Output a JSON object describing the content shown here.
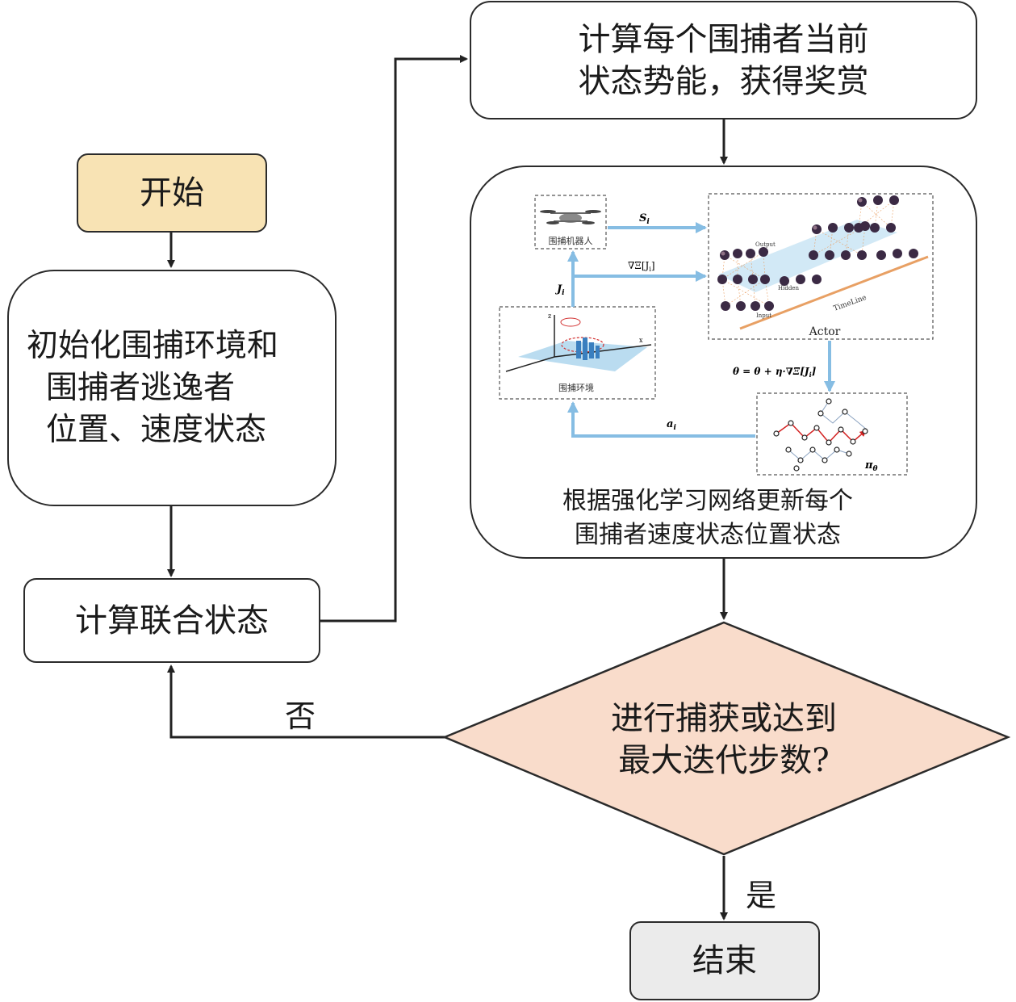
{
  "nodes": {
    "start": "开始",
    "init": [
      "初始化围捕环境和",
      "围捕者逃逸者",
      "位置、速度状态"
    ],
    "joint_state": "计算联合状态",
    "potential": [
      "计算每个围捕者当前",
      "状态势能，获得奖赏"
    ],
    "update": [
      "根据强化学习网络更新每个",
      "围捕者速度状态位置状态"
    ],
    "decision": [
      "进行捕获或达到",
      "最大迭代步数?"
    ],
    "end": "结束"
  },
  "edges": {
    "no": "否",
    "yes": "是"
  },
  "inner": {
    "robot": "围捕机器人",
    "env": "围捕环境",
    "actor": "Actor",
    "s_i": "S",
    "s_sub": "i",
    "j_i": "J",
    "j_sub": "i",
    "grad": "∇Ξ[J",
    "grad_sub": "i",
    "grad_end": "]",
    "update_rule": "θ = θ + η·∇Ξ[J",
    "update_sub": "i",
    "update_end": "]",
    "a_i": "a",
    "a_sub": "i",
    "pi": "π",
    "pi_sub": "θ",
    "layer_output": "Output",
    "layer_hidden": "Hidden",
    "layer_input": "Input",
    "timeline": "TimeLine",
    "axis_z": "z",
    "axis_x": "x"
  },
  "colors": {
    "start_fill": "#f8e3b4",
    "decision_fill": "#f9dccb",
    "end_fill": "#ebebeb",
    "blue_arrow": "#86bde3",
    "timeline": "#e8a064",
    "node_dark": "#3b2a44"
  }
}
